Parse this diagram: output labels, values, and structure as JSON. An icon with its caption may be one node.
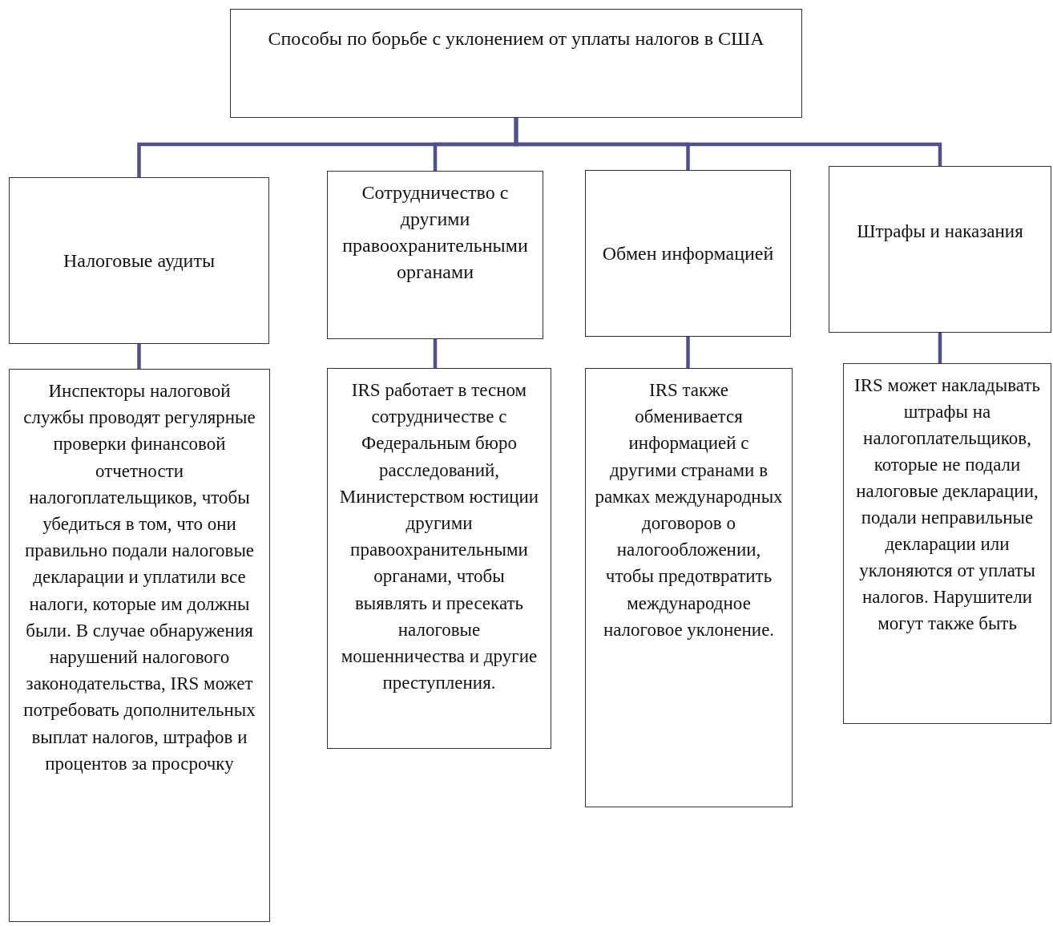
{
  "diagram": {
    "nodes": [
      {
        "text": [
          "Способы по борьбе с уклонением от уплаты налогов в США"
        ]
      },
      {
        "text": [
          "Налоговые аудиты"
        ]
      },
      {
        "text": [
          "Сотрудничество с другими правоохранительными органами"
        ]
      },
      {
        "text": [
          "Обмен информацией"
        ]
      },
      {
        "text": [
          "Штрафы и наказания"
        ]
      },
      {
        "text": [
          "Инспекторы налоговой службы проводят регулярные проверки финансовой отчетности налогоплательщиков, чтобы убедиться в том, что они правильно подали налоговые декларации и уплатили все налоги, которые им должны были. В случае обнаружения нарушений налогового законодательства, IRS может потребовать дополнительных выплат налогов, штрафов и процентов за просрочку"
        ]
      },
      {
        "text": [
          "IRS работает в тесном сотрудничестве с Федеральным бюро расследований, Министерством юстиции другими правоохранительными органами, чтобы выявлять и пресекать налоговые мошенничества и другие преступления."
        ]
      },
      {
        "text": [
          "IRS также обменивается информацией с другими странами в рамках международных договоров о налогообложении, чтобы предотвратить международное налоговое уклонение."
        ]
      },
      {
        "text": [
          "IRS может накладывать штрафы на налогоплательщиков, которые не подали налоговые декларации, подали неправильные декларации или уклоняются от уплаты налогов. Нарушители могут также быть"
        ]
      }
    ],
    "edges": [
      {
        "from": 0,
        "to": 1,
        "arrow": "none"
      },
      {
        "from": 0,
        "to": 2,
        "arrow": "none"
      },
      {
        "from": 0,
        "to": 3,
        "arrow": "none"
      },
      {
        "from": 0,
        "to": 4,
        "arrow": "none"
      },
      {
        "from": 1,
        "to": 5,
        "arrow": "none"
      },
      {
        "from": 2,
        "to": 6,
        "arrow": "none"
      },
      {
        "from": 3,
        "to": 7,
        "arrow": "none"
      },
      {
        "from": 4,
        "to": 8,
        "arrow": "none"
      }
    ]
  }
}
